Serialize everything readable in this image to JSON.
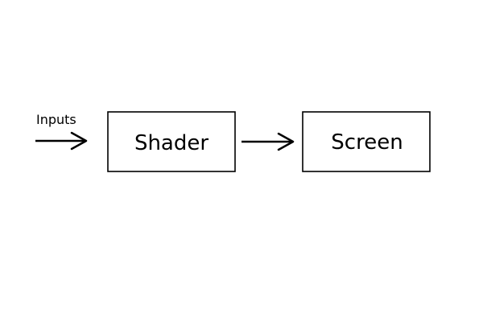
{
  "diagram": {
    "input_label": "Inputs",
    "nodes": [
      {
        "id": "shader",
        "label": "Shader"
      },
      {
        "id": "screen",
        "label": "Screen"
      }
    ],
    "edges": [
      {
        "from": "input",
        "to": "shader"
      },
      {
        "from": "shader",
        "to": "screen"
      }
    ],
    "colors": {
      "stroke": "#000000",
      "background": "#ffffff"
    }
  }
}
